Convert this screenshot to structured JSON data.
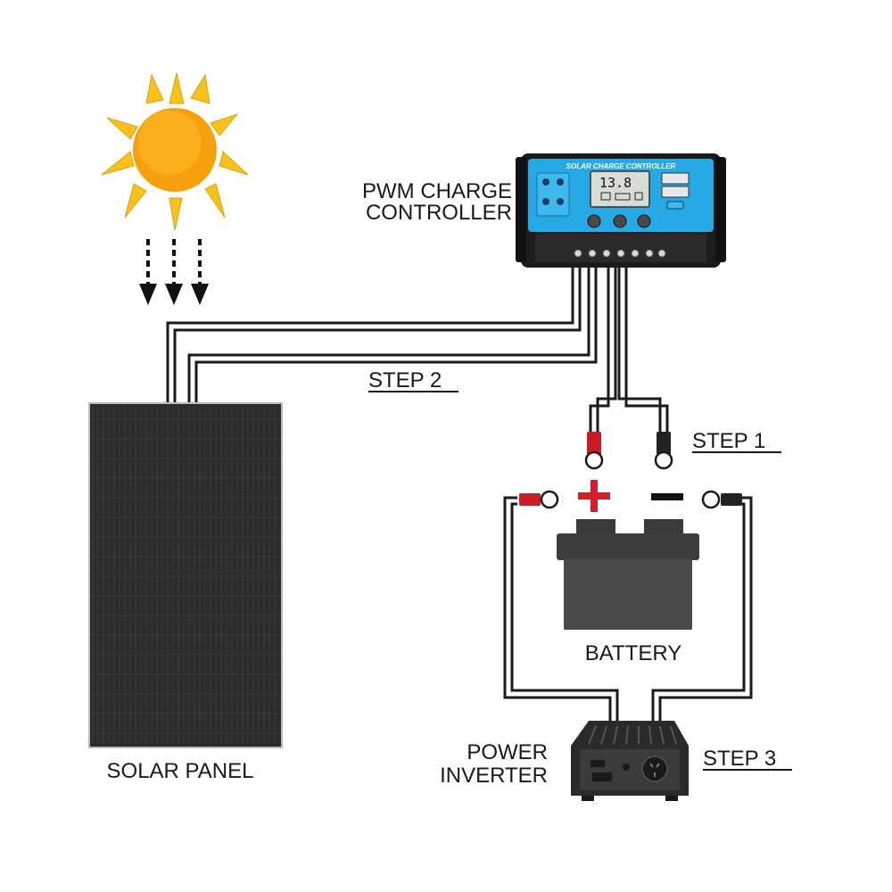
{
  "labels": {
    "controller": [
      "PWM CHARGE",
      "CONTROLLER"
    ],
    "step1": "STEP 1",
    "step2": "STEP 2",
    "step3": "STEP 3",
    "battery": "BATTERY",
    "solar_panel": "SOLAR PANEL",
    "inverter": [
      "POWER",
      "INVERTER"
    ]
  },
  "controller_device": {
    "title": "SOLAR CHARGE CONTROLLER",
    "display_value": "13.8"
  },
  "battery_terminals": {
    "positive": "+",
    "negative": "−"
  },
  "colors": {
    "sun": "#f6a10c",
    "sun_rays": "#f8c21a",
    "controller_panel": "#27a9e6",
    "controller_body": "#1c1c1c",
    "positive": "#d0202a",
    "negative": "#222222",
    "solar_panel": "#2b2b2b",
    "battery": "#4a4a4a",
    "inverter": "#2a2a2a"
  }
}
